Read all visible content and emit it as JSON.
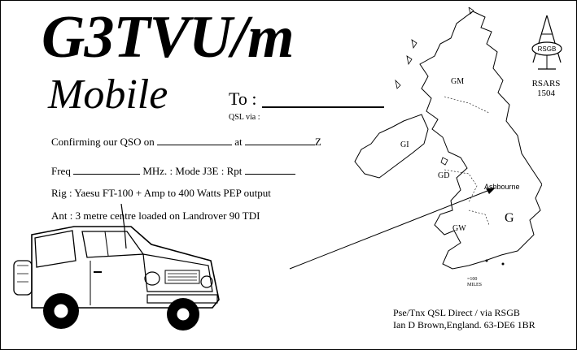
{
  "card": {
    "callsign": "G3TVU/m",
    "subtitle": "Mobile",
    "to_label": "To :",
    "qsl_via_label": "QSL via :",
    "confirm_prefix": "Confirming our QSO on",
    "confirm_at": "at",
    "confirm_suffix": "Z",
    "freq_label": "Freq",
    "freq_unit": "MHz. :  Mode  J3E  :  Rpt",
    "rig": "Rig : Yaesu FT-100 + Amp to 400 Watts PEP output",
    "ant": "Ant : 3 metre centre loaded  on Landrover 90 TDI",
    "pse": "Pse/Tnx  QSL  Direct / via RSGB",
    "address": "Ian D Brown,England. 63-DE6 1BR"
  },
  "logo": {
    "rsgb_text": "RSGB",
    "rsars": "RSARS",
    "rsars_number": "1504"
  },
  "map": {
    "labels": {
      "gm": "GM",
      "gi": "GI",
      "gd": "GD",
      "gw": "GW",
      "g": "G",
      "town": "Ashbourne"
    },
    "scale_top": "=100",
    "scale_bottom": "MILES"
  },
  "colors": {
    "ink": "#000000",
    "paper": "#ffffff"
  }
}
